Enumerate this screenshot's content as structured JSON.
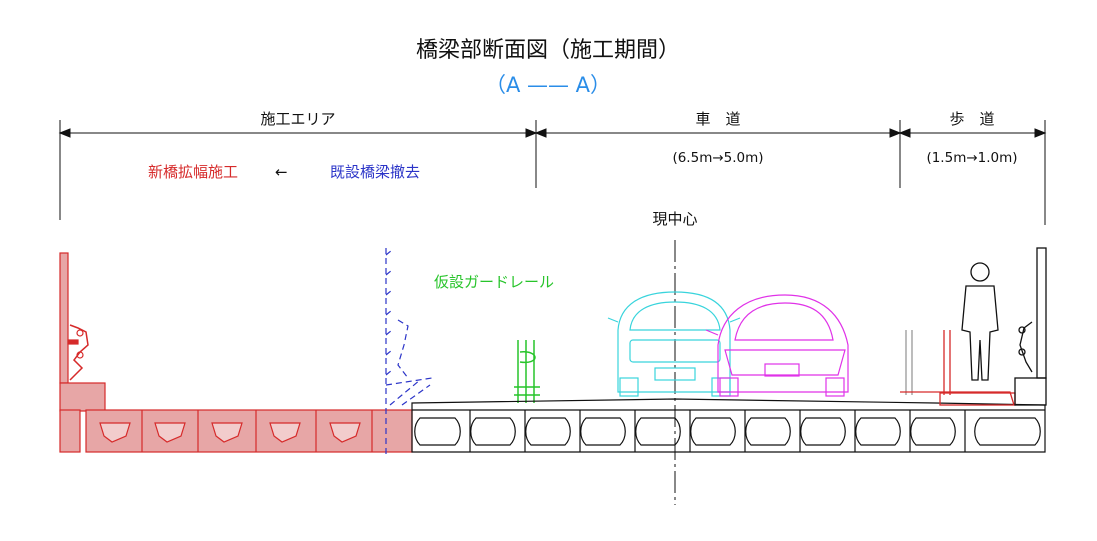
{
  "title": "橋梁部断面図（施工期間）",
  "subtitle": "（A —— A）",
  "dimensions": {
    "work_area": "施工エリア",
    "roadway": "車　道",
    "roadway_width": "(6.5m→5.0m)",
    "sidewalk": "歩　道",
    "sidewalk_width": "(1.5m→1.0m)"
  },
  "annotations": {
    "new_bridge_widening": "新橋拡幅施工",
    "arrow": "←",
    "remove_existing": "既設橋梁撤去",
    "current_center": "現中心",
    "temporary_guardrail": "仮設ガードレール"
  },
  "colors": {
    "new_bridge": "#d62a2a",
    "new_bridge_fill": "#e7a6a6",
    "existing_bridge_removal": "#2b34c8",
    "guardrail": "#27c42a",
    "car_cyan": "#39d4dc",
    "car_magenta": "#e032e8",
    "subtitle": "#2a8de8"
  }
}
